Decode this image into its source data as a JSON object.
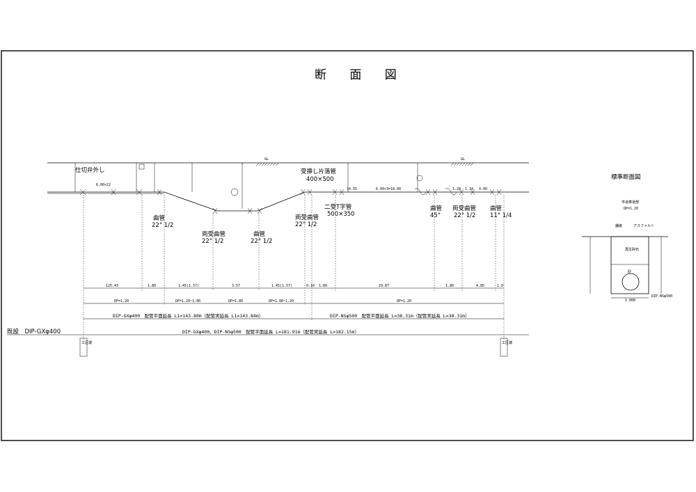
{
  "title": "断 面 図",
  "ground_marks": {
    "left": "GL",
    "right": "GL"
  },
  "labels": {
    "gate_valve_remove": "仕切弁外し",
    "saddle_pipe": "受挿し片落管",
    "saddle_size": "400×500",
    "bend_left": "曲管",
    "bend_left_angle": "22° 1/2",
    "double_bend": "両受曲管",
    "double_bend_angle": "22° 1/2",
    "bend_mid": "曲管",
    "bend_mid_angle": "22° 1/2",
    "double_bend2": "両受曲管",
    "double_bend2_angle": "22° 1/2",
    "tee": "二受T字管",
    "tee_size": "500×350",
    "bend_45": "曲管",
    "bend_45_angle": "45°",
    "double_bend3": "両受曲管",
    "double_bend3_angle": "22° 1/2",
    "bend_right": "曲管",
    "bend_right_angle": "11° 1/4",
    "existing": "既設　DIP-GXφ400"
  },
  "segments": {
    "seg1": "6.00×22",
    "seg2": "6.00×3=18.00",
    "seg3": "14.55",
    "seg4": "1.28",
    "seg5": "1.34",
    "seg6": "4.00"
  },
  "horizontal_dims": {
    "row1": [
      "125.43",
      "1.80",
      "1.45(1.57)",
      "3.57",
      "1.45(1.57)",
      "0.10",
      "1.80",
      "29.87",
      "1.80",
      "4.85",
      "1.0"
    ],
    "row2": [
      "DP=1.20",
      "DP=1.20~1.80",
      "DP=1.80",
      "DP=1.80~1.20",
      "DP=1.20"
    ]
  },
  "pipe_lines": {
    "gx": "DIP-GXφ400　配管平面延長 L1=143.80m（配管実延長 L1=143.84m）",
    "ns": "DIP-NSφ500　配管平面延長 L=38.31m（配管実延長 L=38.31m）",
    "total": "DIP-GXφ400、DIP-NSφ500　配管平面延長 L=181.91m（配管実延長 L=182.15m）"
  },
  "end_marks": {
    "left": "工区端",
    "right": "工区端"
  },
  "standard_section": {
    "title": "標準断面図",
    "road": "市道車道部",
    "dp": "DP=1.20",
    "pipe": "DIP-NSφ500",
    "width": "1.000",
    "sand": "砂",
    "backfill": "再生砕石",
    "pavement": "舗装",
    "asphalt": "アスファルト"
  }
}
